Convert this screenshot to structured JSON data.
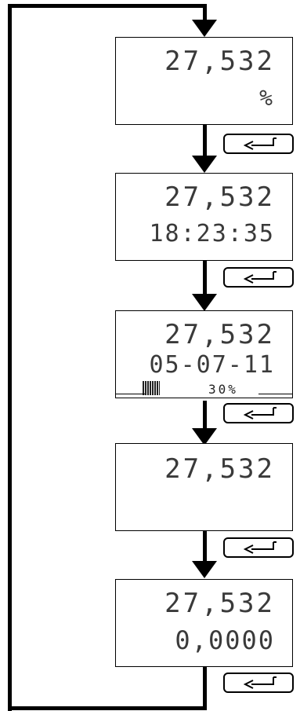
{
  "screens": [
    {
      "line1": "27,532",
      "line2": "%"
    },
    {
      "line1": "27,532",
      "line2": "18:23:35"
    },
    {
      "line1": "27,532",
      "line2": "05-07-11",
      "battery_percent": "30%"
    },
    {
      "line1": "27,532",
      "line2": ""
    },
    {
      "line1": "27,532",
      "line2": "0,0000"
    }
  ],
  "enter_key": {
    "icon": "enter-arrow-icon"
  }
}
